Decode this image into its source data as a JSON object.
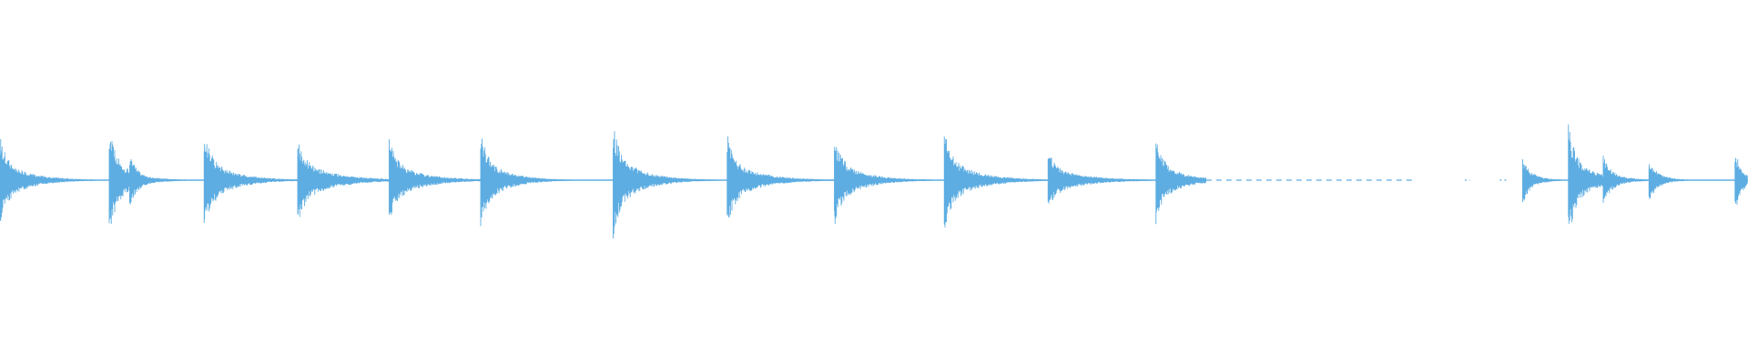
{
  "waveform": {
    "color": "#5dade2",
    "baseline_color": "#5dade2",
    "style": "audio-waveform",
    "transients": [
      {
        "t": 0.0,
        "peak": 0.42,
        "decay": 0.2,
        "noise": 0.18
      },
      {
        "t": 0.0625,
        "peak": 0.5,
        "decay": 0.15,
        "noise": 0.2
      },
      {
        "t": 0.074,
        "peak": 0.26,
        "decay": 0.1,
        "noise": 0.15
      },
      {
        "t": 0.1165,
        "peak": 0.5,
        "decay": 0.2,
        "noise": 0.18
      },
      {
        "t": 0.17,
        "peak": 0.44,
        "decay": 0.24,
        "noise": 0.18
      },
      {
        "t": 0.2225,
        "peak": 0.42,
        "decay": 0.22,
        "noise": 0.45
      },
      {
        "t": 0.275,
        "peak": 0.48,
        "decay": 0.18,
        "noise": 0.18
      },
      {
        "t": 0.3505,
        "peak": 0.56,
        "decay": 0.2,
        "noise": 0.18
      },
      {
        "t": 0.416,
        "peak": 0.44,
        "decay": 0.22,
        "noise": 0.4
      },
      {
        "t": 0.477,
        "peak": 0.46,
        "decay": 0.2,
        "noise": 0.3
      },
      {
        "t": 0.54,
        "peak": 0.5,
        "decay": 0.22,
        "noise": 0.38
      },
      {
        "t": 0.5995,
        "peak": 0.3,
        "decay": 0.24,
        "noise": 0.28
      },
      {
        "t": 0.661,
        "peak": 0.42,
        "decay": 0.18,
        "noise": 0.18
      },
      {
        "t": 0.871,
        "peak": 0.22,
        "decay": 0.1,
        "noise": 0.6,
        "rise": 0.018
      },
      {
        "t": 0.897,
        "peak": 0.56,
        "decay": 0.16,
        "noise": 0.5
      },
      {
        "t": 0.917,
        "peak": 0.24,
        "decay": 0.12,
        "noise": 0.5
      },
      {
        "t": 0.943,
        "peak": 0.22,
        "decay": 0.1,
        "noise": 0.35
      },
      {
        "t": 0.9925,
        "peak": 0.3,
        "decay": 0.06,
        "noise": 0.4
      }
    ],
    "sparse_segments": [
      {
        "start": 0.69,
        "end": 0.81
      },
      {
        "start": 0.838,
        "end": 0.841
      },
      {
        "start": 0.858,
        "end": 0.862
      }
    ],
    "silent_segments": [
      {
        "start": 0.81,
        "end": 0.838
      },
      {
        "start": 0.841,
        "end": 0.858
      }
    ]
  }
}
